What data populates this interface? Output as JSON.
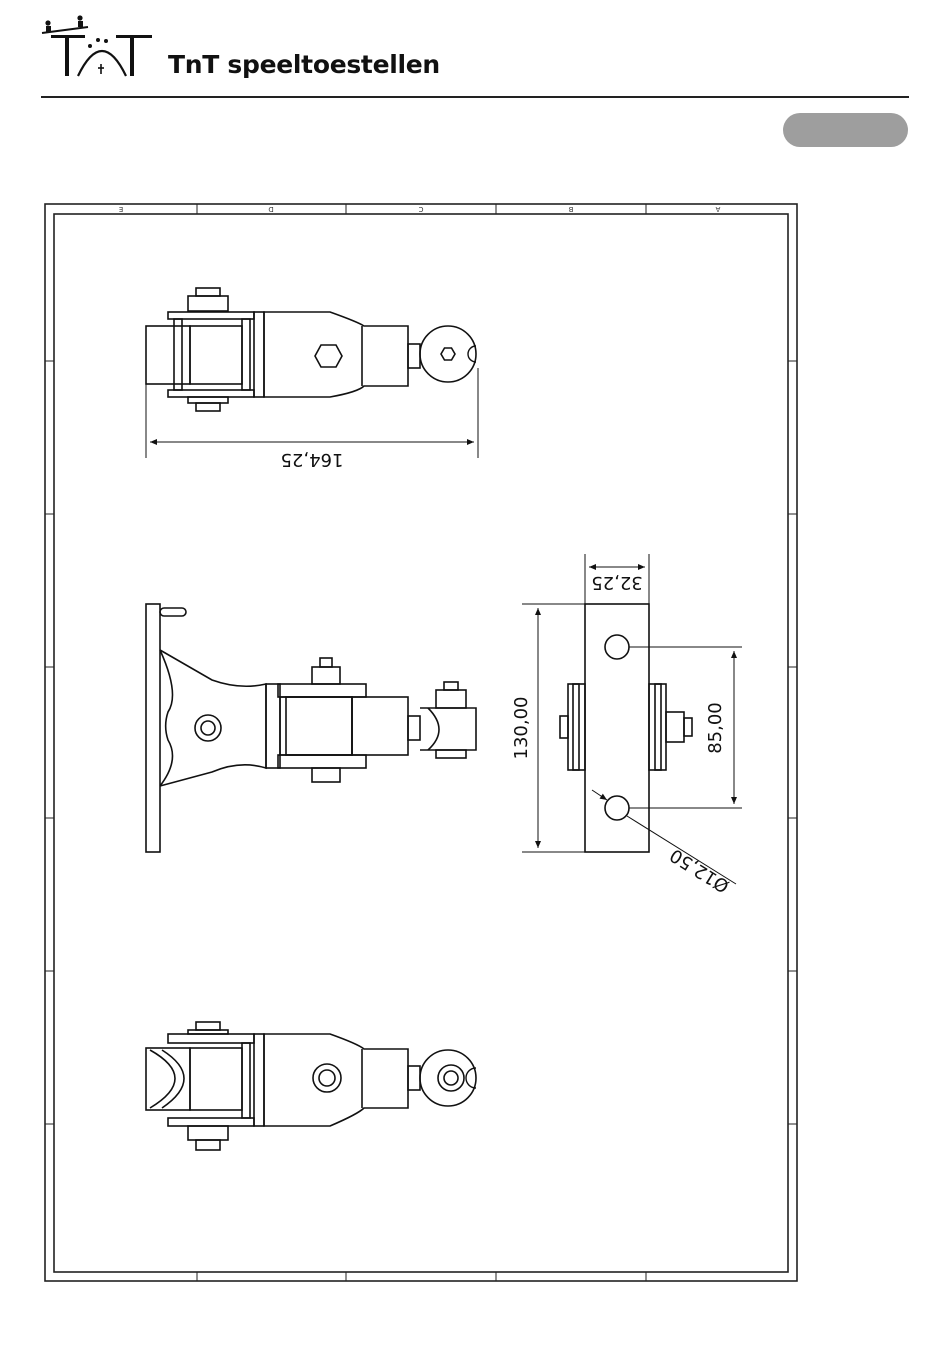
{
  "header": {
    "logo_text": "TnT",
    "title": "TnT speeltoestellen"
  },
  "drawing": {
    "zone_letters": [
      "E",
      "D",
      "C",
      "B",
      "A"
    ],
    "dimensions": {
      "overall_length": "164,25",
      "width": "32,25",
      "height": "130,00",
      "hole_spacing": "85,00",
      "hole_diameter": "Ø12,50"
    }
  }
}
